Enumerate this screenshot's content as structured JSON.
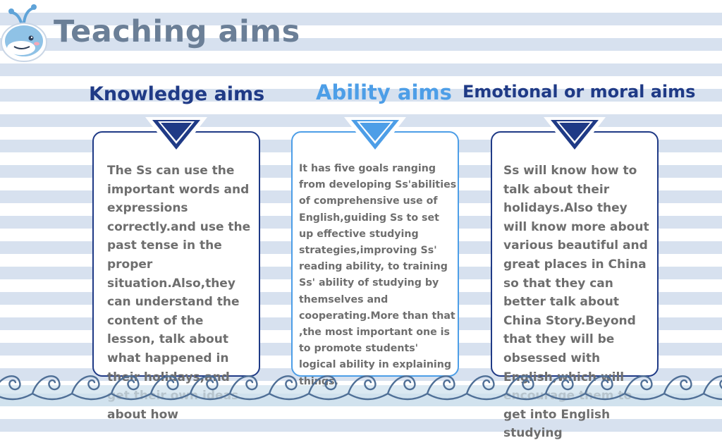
{
  "header": {
    "title": "Teaching aims"
  },
  "columns": [
    {
      "heading": "Knowledge aims",
      "body": "The Ss can  use the important words and expressions correctly.and use the past tense in the proper situation.Also,they can understand the content of the lesson, talk about what happened in their holidays,and get their own ideas about how"
    },
    {
      "heading": "Ability aims",
      "body": "It has five goals ranging from developing Ss'abilities of comprehensive use of English,guiding Ss to set up effective studying strategies,improving Ss' reading ability, to training Ss' ability of studying by themselves and cooperating.More than that ,the most important one is to promote students' logical ability in explaining things."
    },
    {
      "heading": "Emotional or moral aims",
      "body": "Ss will know how to talk about their holidays.Also they will know more about various beautiful and great places in China so that they can better talk about China Story.Beyond that they will be obsessed with English,which will encourage them to get into English studying"
    }
  ],
  "colors": {
    "dark_blue": "#1f3a86",
    "light_blue": "#4d9ee7",
    "title_gray": "#6b7f97",
    "body_gray": "#6e6e6e",
    "stripe": "#d7e1ef"
  },
  "icons": {
    "logo": "whale-icon",
    "marker": "chevron-down-icon",
    "decoration": "wave-spiral-border"
  }
}
